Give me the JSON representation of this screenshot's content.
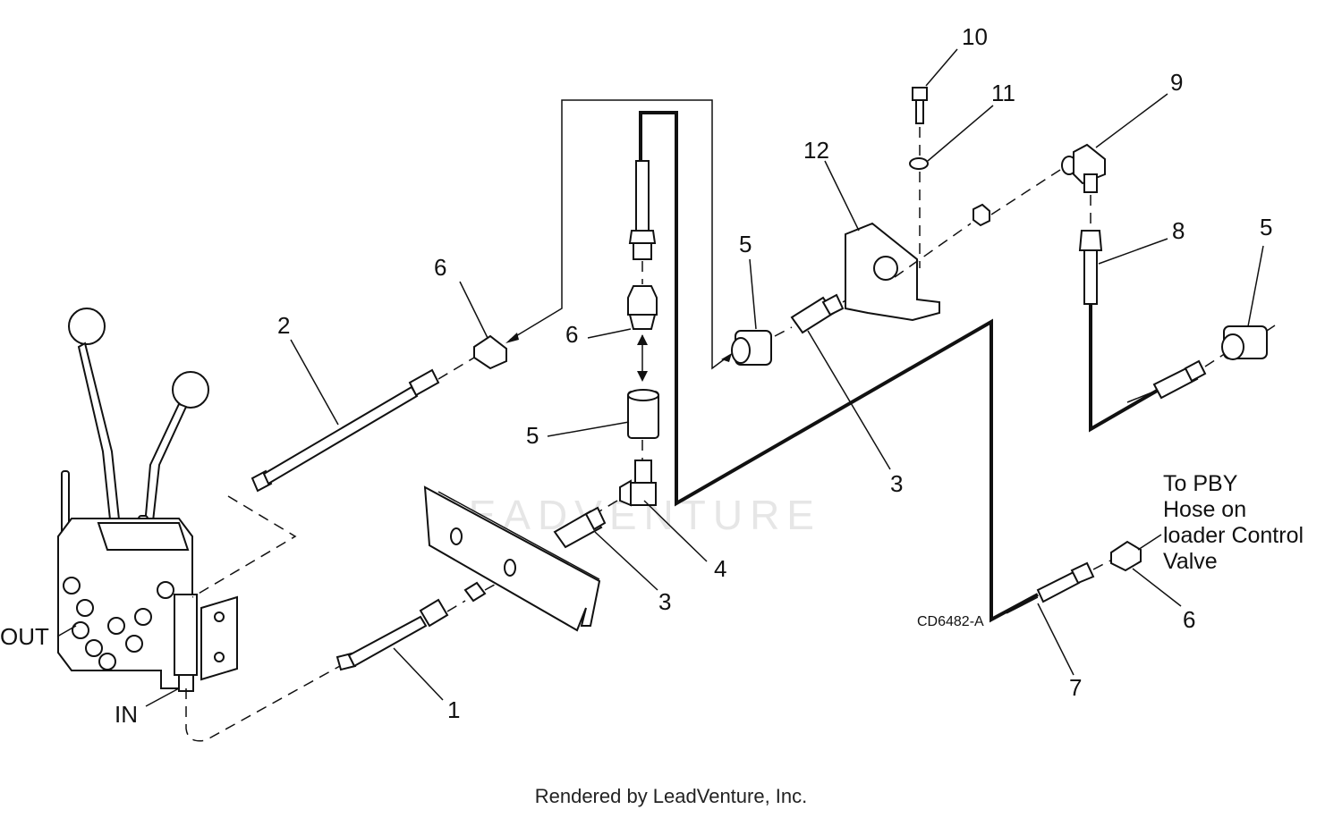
{
  "callouts": [
    {
      "id": "c1",
      "text": "1"
    },
    {
      "id": "c2",
      "text": "2"
    },
    {
      "id": "c3a",
      "text": "3"
    },
    {
      "id": "c3b",
      "text": "3"
    },
    {
      "id": "c4",
      "text": "4"
    },
    {
      "id": "c5a",
      "text": "5"
    },
    {
      "id": "c5b",
      "text": "5"
    },
    {
      "id": "c5c",
      "text": "5"
    },
    {
      "id": "c6a",
      "text": "6"
    },
    {
      "id": "c6b",
      "text": "6"
    },
    {
      "id": "c6c",
      "text": "6"
    },
    {
      "id": "c7",
      "text": "7"
    },
    {
      "id": "c8",
      "text": "8"
    },
    {
      "id": "c9",
      "text": "9"
    },
    {
      "id": "c10",
      "text": "10"
    },
    {
      "id": "c11",
      "text": "11"
    },
    {
      "id": "c12",
      "text": "12"
    }
  ],
  "labels": {
    "out": "OUT",
    "in": "IN",
    "drawing_code": "CD6482-A",
    "note_line1": "To PBY",
    "note_line2": "Hose on",
    "note_line3": "loader Control",
    "note_line4": "Valve"
  },
  "watermark": "LEADVENTURE",
  "footer": "Rendered by LeadVenture, Inc."
}
